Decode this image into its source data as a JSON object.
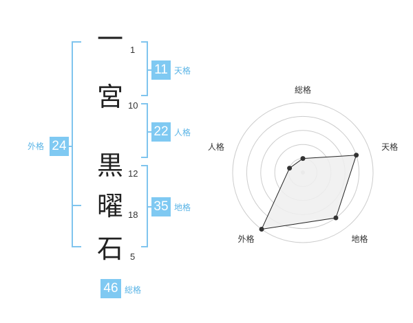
{
  "name": {
    "characters": [
      {
        "char": "一",
        "strokes": "1"
      },
      {
        "char": "宮",
        "strokes": "10"
      },
      {
        "char": "黒",
        "strokes": "12"
      },
      {
        "char": "曜",
        "strokes": "18"
      },
      {
        "char": "石",
        "strokes": "5"
      }
    ]
  },
  "fortune": {
    "tenkaku": {
      "value": "11",
      "label": "天格"
    },
    "jinkaku": {
      "value": "22",
      "label": "人格"
    },
    "chikaku": {
      "value": "35",
      "label": "地格"
    },
    "gaikaku": {
      "value": "24",
      "label": "外格"
    },
    "soukaku": {
      "value": "46",
      "label": "総格"
    }
  },
  "chart_data": {
    "type": "radar",
    "axes": [
      "総格",
      "天格",
      "地格",
      "外格",
      "人格"
    ],
    "values": [
      1,
      4,
      4,
      5,
      1
    ],
    "max": 5,
    "rings": 5,
    "colors": {
      "fill": "#eeeeee",
      "stroke": "#222222",
      "grid": "#cccccc",
      "dot": "#333333"
    }
  }
}
